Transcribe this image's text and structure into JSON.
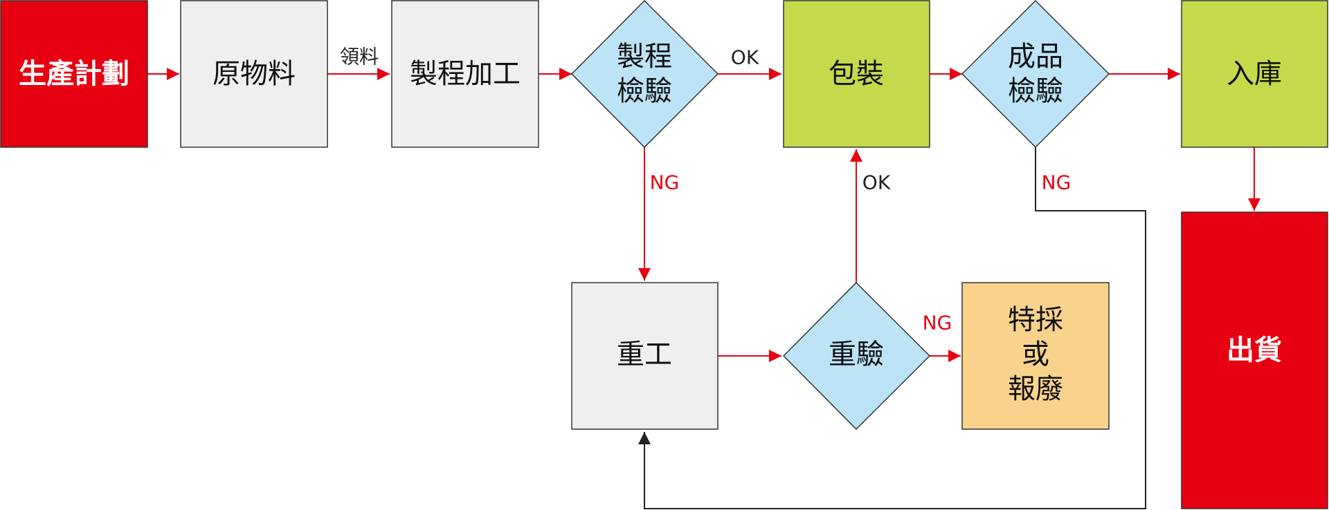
{
  "colors": {
    "red": "#e60012",
    "gray": "#efefef",
    "blue": "#bde3f7",
    "green": "#c5d94b",
    "orange": "#f9d38c",
    "arrow_red": "#e60012",
    "line_dark": "#222222",
    "border": "#333333"
  },
  "nodes": {
    "plan": "生產計劃",
    "material": "原物料",
    "process": "製程加工",
    "proc_check_1": "製程",
    "proc_check_2": "檢驗",
    "package": "包裝",
    "final_check_1": "成品",
    "final_check_2": "檢驗",
    "warehouse": "入庫",
    "ship": "出貨",
    "rework": "重工",
    "recheck": "重驗",
    "special_1": "特採",
    "special_2": "或",
    "special_3": "報廢"
  },
  "edges": {
    "pick_material": "領料",
    "ok_to_package": "OK",
    "ng_to_rework": "NG",
    "ok_recheck": "OK",
    "ng_recheck": "NG",
    "ng_final": "NG"
  }
}
